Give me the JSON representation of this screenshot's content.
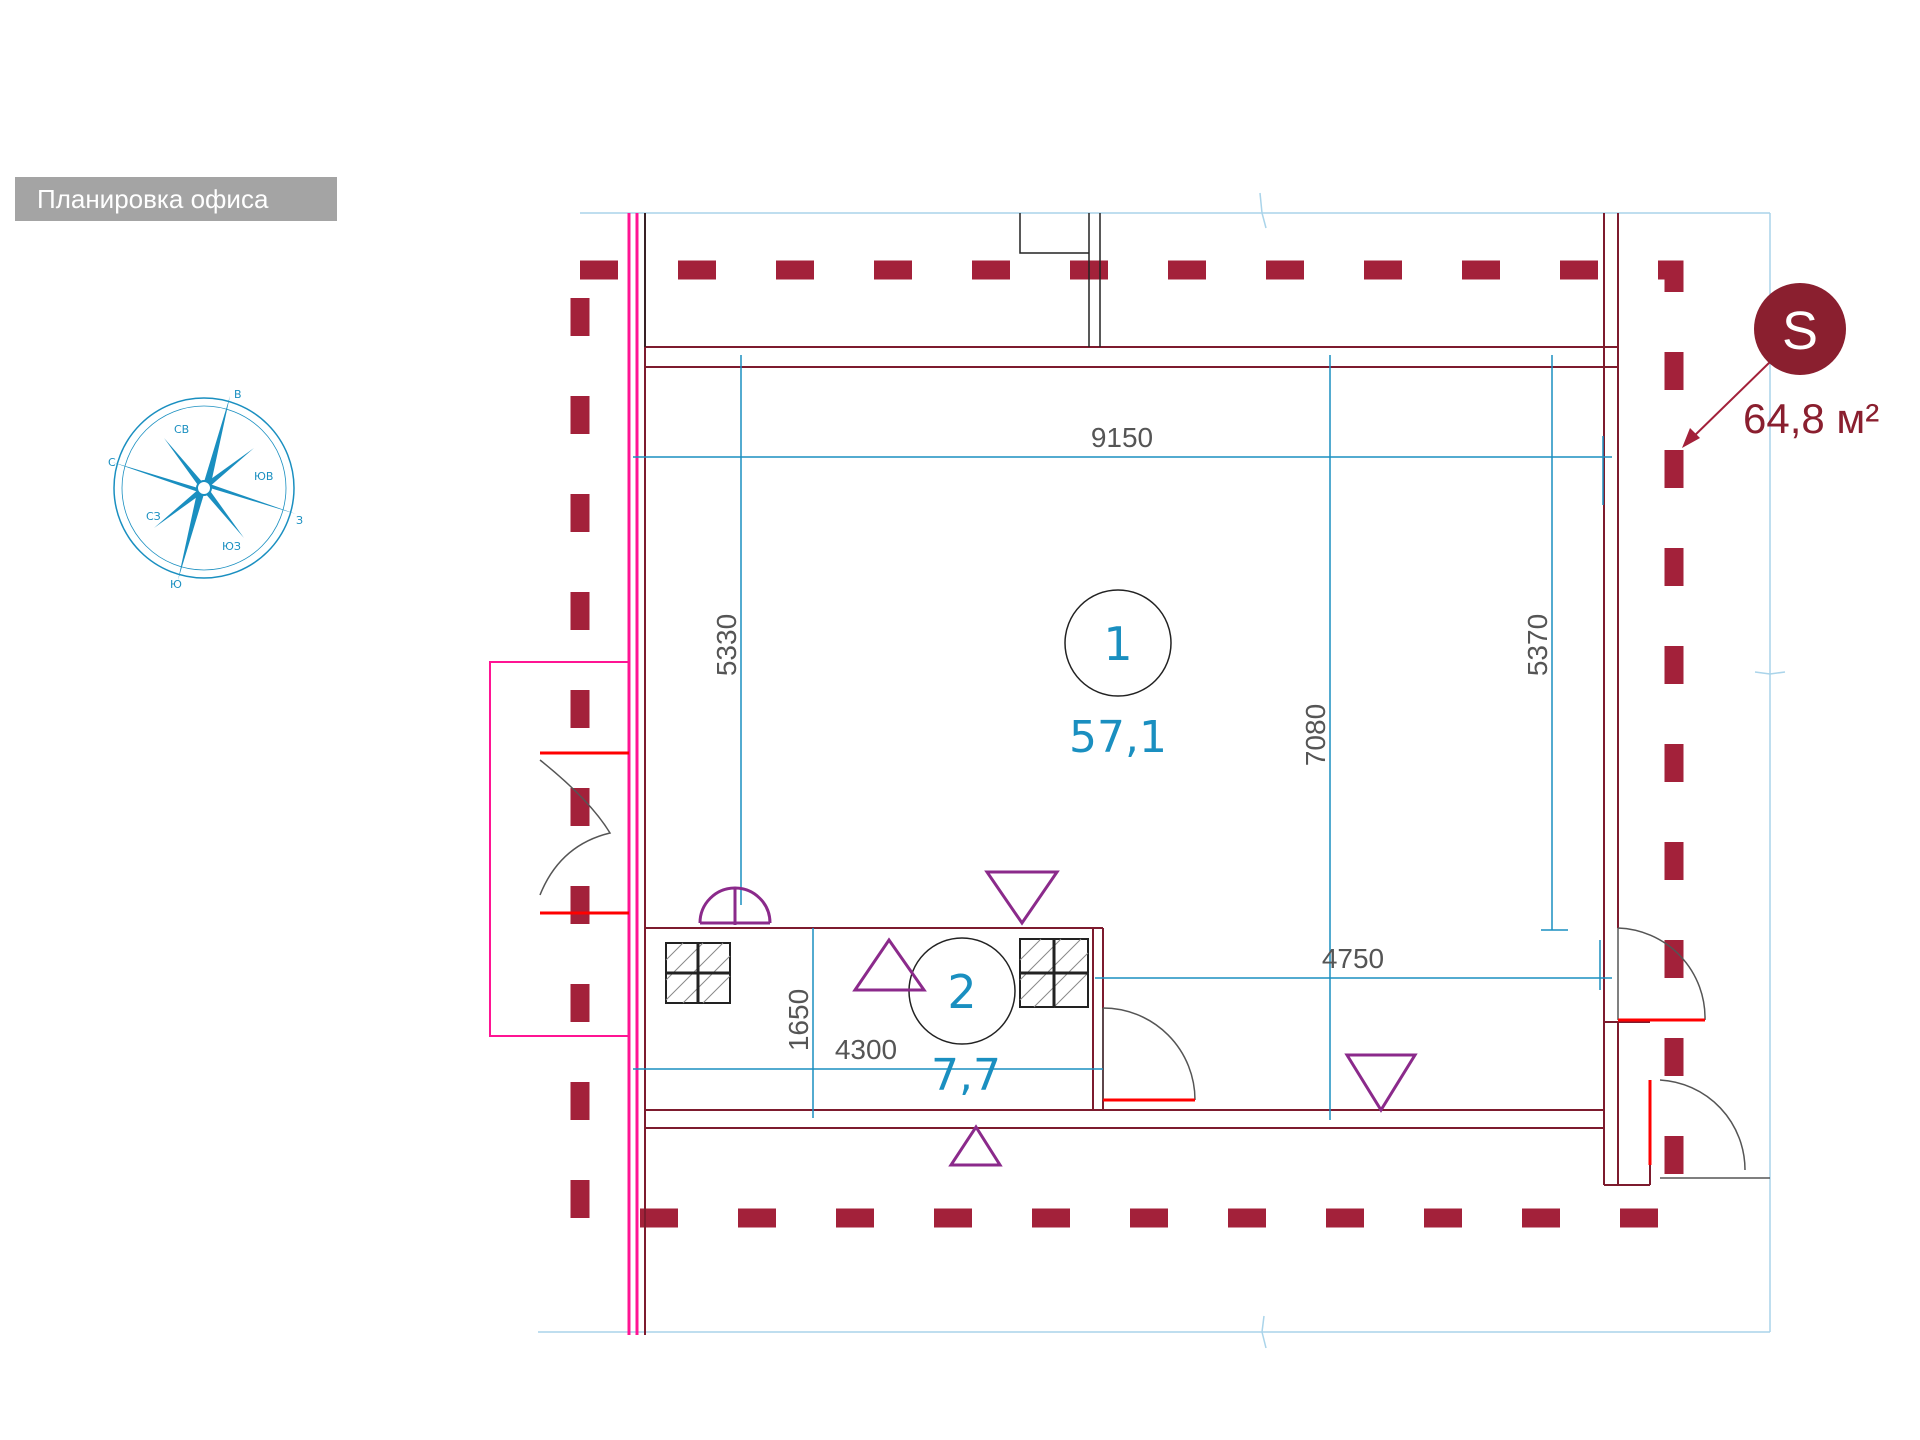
{
  "header": {
    "title": "Планировка офиса"
  },
  "plan": {
    "total_area": "64,8 м²",
    "area_badge": "S",
    "rooms": [
      {
        "number": "1",
        "area": "57,1"
      },
      {
        "number": "2",
        "area": "7,7"
      }
    ],
    "dimensions": {
      "width_total": "9150",
      "height_left": "5330",
      "height_middle": "7080",
      "height_right": "5370",
      "width_right_lower": "4750",
      "width_left_lower": "4300",
      "height_small_room": "1650"
    }
  },
  "compass": {
    "letters": [
      "В",
      "СВ",
      "С",
      "СЗ",
      "З",
      "ЮЗ",
      "Ю",
      "ЮВ"
    ]
  },
  "colors": {
    "wall": "#7d1b2e",
    "boundary": "#a3213a",
    "dimension": "#1a8fc0",
    "glazing": "#ff1493",
    "marker": "#8b2a8b",
    "door_sill": "#ff0000",
    "title_bg": "#a4a4a4"
  }
}
